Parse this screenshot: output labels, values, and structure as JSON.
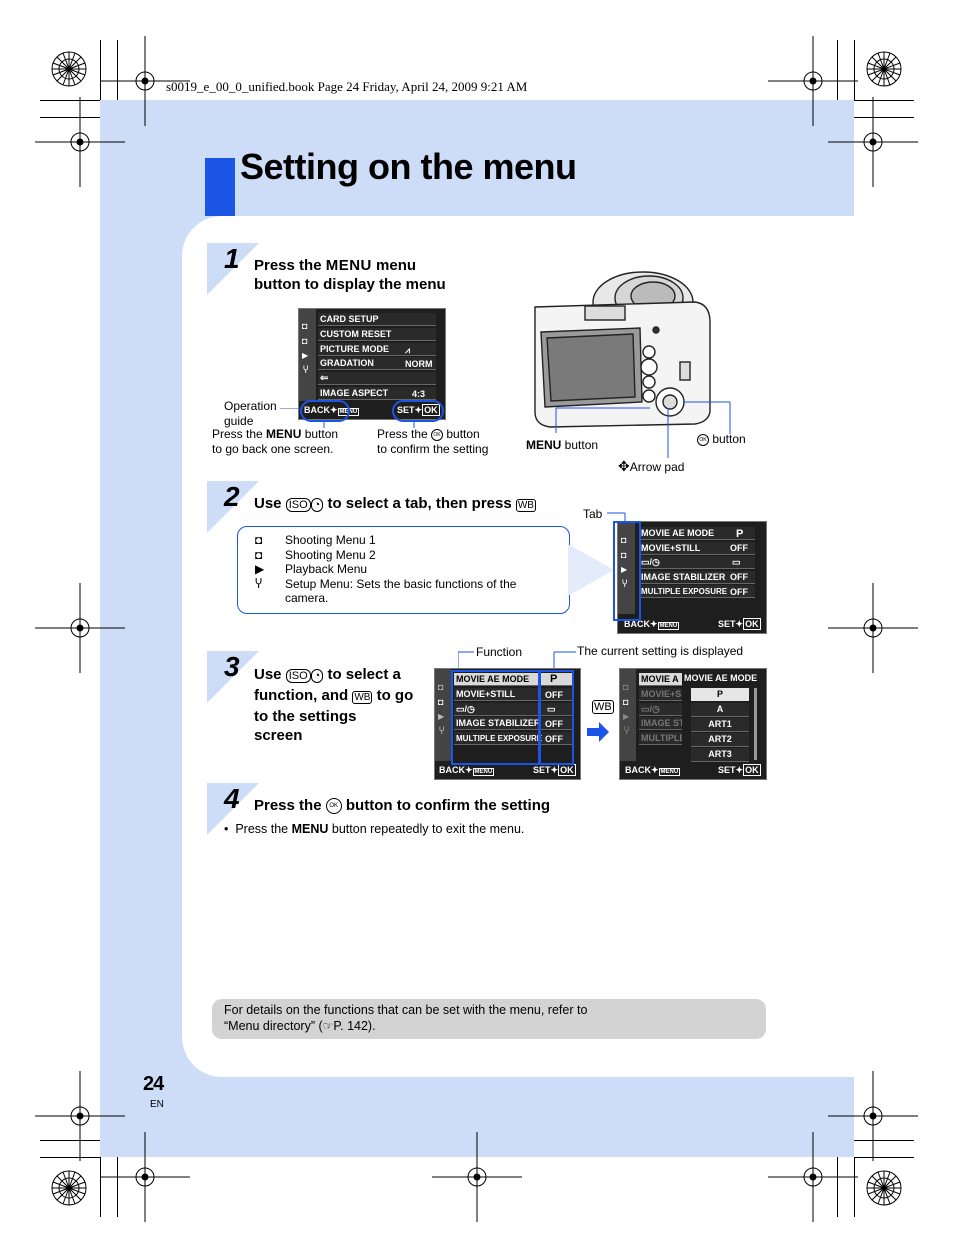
{
  "header": {
    "book_info": "s0019_e_00_0_unified.book  Page 24  Friday, April 24, 2009  9:21 AM"
  },
  "title": "Setting on the menu",
  "colors": {
    "accent": "#1a55e6",
    "band": "#cddcf7"
  },
  "step1": {
    "num": "1",
    "line1_a": "Press the ",
    "menu_word": "MENU",
    "line1_b": " menu",
    "line2": "button to display the menu",
    "screen": {
      "rows": [
        "CARD SETUP",
        "CUSTOM RESET",
        "PICTURE MODE",
        "GRADATION",
        "",
        "IMAGE ASPECT"
      ],
      "values": [
        "",
        "",
        "",
        "NORM",
        "",
        "4:3"
      ],
      "back": "BACK",
      "set": "SET"
    },
    "callout_op1": "Operation",
    "callout_op2": "guide",
    "callout_back_1a": "Press the ",
    "callout_back_menu": "MENU",
    "callout_back_1b": " button",
    "callout_back_2": "to go back one screen.",
    "callout_ok_1a": "Press the ",
    "callout_ok_1b": " button",
    "callout_ok_2": "to confirm the setting",
    "menu_button_label": "MENU",
    "menu_button_suffix": " button",
    "ok_button_suffix": " button",
    "arrow_pad": "Arrow pad"
  },
  "step2": {
    "num": "2",
    "head_a": "Use ",
    "head_b": " to select a tab, then press ",
    "tab_label": "Tab",
    "list": [
      {
        "icon": "shooting-menu-1-icon",
        "text": "Shooting Menu 1"
      },
      {
        "icon": "shooting-menu-2-icon",
        "text": "Shooting Menu 2"
      },
      {
        "icon": "playback-menu-icon",
        "text": "Playback Menu"
      },
      {
        "icon": "setup-menu-icon",
        "text": "Setup Menu: Sets the basic functions of the"
      }
    ],
    "list_cont": "camera.",
    "screen": {
      "rows": [
        "MOVIE AE MODE",
        "MOVIE+STILL",
        "",
        "IMAGE STABILIZER",
        "MULTIPLE EXPOSURE"
      ],
      "values": [
        "P",
        "OFF",
        "",
        "OFF",
        "OFF"
      ],
      "back": "BACK",
      "set": "SET"
    }
  },
  "step3": {
    "num": "3",
    "line1_a": "Use ",
    "line1_b": " to select a",
    "line2_a": "function, and ",
    "line2_b": " to go",
    "line3": "to the settings",
    "line4": "screen",
    "function_label": "Function",
    "current_label": "The current setting is displayed",
    "screenA": {
      "rows": [
        "MOVIE AE MODE",
        "MOVIE+STILL",
        "",
        "IMAGE STABILIZER",
        "MULTIPLE EXPOSURE"
      ],
      "values": [
        "P",
        "OFF",
        "",
        "OFF",
        "OFF"
      ],
      "back": "BACK",
      "set": "SET"
    },
    "screenB": {
      "rows": [
        "MOVIE A",
        "MOVIE+S",
        "",
        "IMAGE ST",
        "MULTIPLE"
      ],
      "popup_title": "MOVIE AE MODE",
      "options": [
        "P",
        "A",
        "ART1",
        "ART2",
        "ART3"
      ],
      "back": "BACK",
      "set": "SET"
    }
  },
  "step4": {
    "num": "4",
    "head_a": "Press the ",
    "head_b": " button to confirm the setting",
    "bullet_a": "Press the ",
    "bullet_menu": "MENU",
    "bullet_b": " button repeatedly to exit the menu."
  },
  "note": {
    "line1": "For details on the functions that can be set with the menu, refer to",
    "line2_a": "“Menu directory” (",
    "line2_b": "P. 142)."
  },
  "page_number": "24",
  "language": "EN"
}
